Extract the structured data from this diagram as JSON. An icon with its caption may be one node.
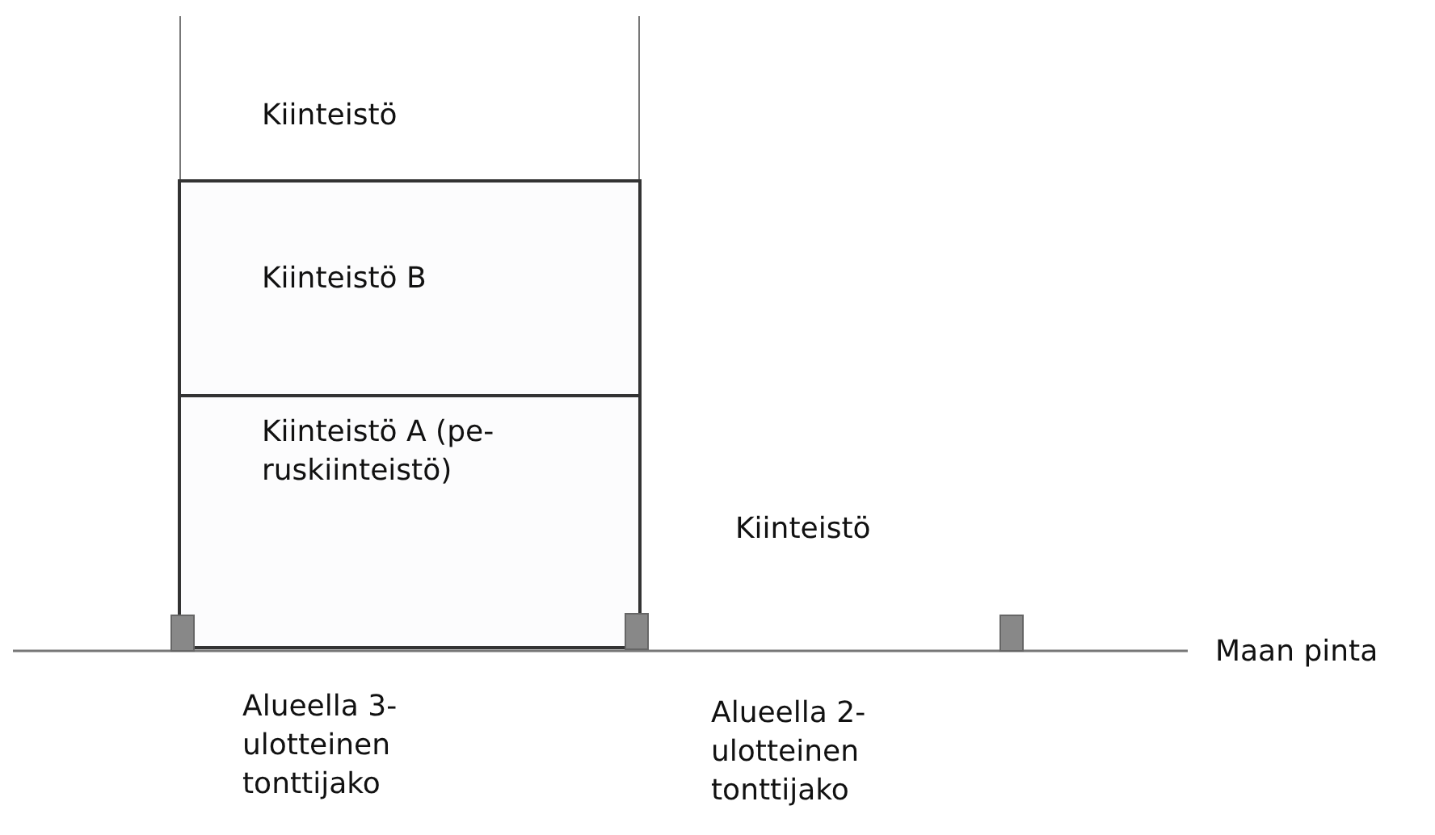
{
  "diagram": {
    "nodes": [
      {
        "text": [
          "Kiinteistö"
        ]
      },
      {
        "text": [
          "Kiinteistö B"
        ]
      },
      {
        "text": [
          "Kiinteistö A (pe- ruskiinteistö)"
        ]
      }
    ],
    "labels": [
      "Kiinteistö",
      "Maan pinta",
      "Alueella 3- ulotteinen tonttijako",
      "Alueella 2- ulotteinen tonttijako"
    ]
  }
}
